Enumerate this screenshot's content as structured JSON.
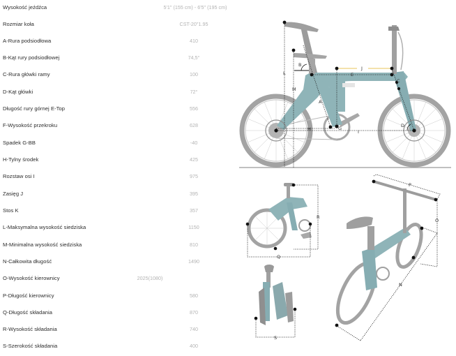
{
  "spec_table": {
    "rows": [
      {
        "label": "Wysokość jeźdźca",
        "value": "5'1\" (155 cm) - 6'5\" (195 cm)"
      },
      {
        "label": "Rozmiar koła",
        "value": "CST-20\"1.95"
      },
      {
        "label": "A-Rura podsiodłowa",
        "value": "410"
      },
      {
        "label": "B-Kąt rury podsiodłowej",
        "value": "74,5°"
      },
      {
        "label": "C-Rura główki ramy",
        "value": "100"
      },
      {
        "label": "D-Kąt główki",
        "value": "72°"
      },
      {
        "label": "Długość rury górnej E-Top",
        "value": "556"
      },
      {
        "label": "F-Wysokość przekroku",
        "value": "628"
      },
      {
        "label": "Spadek G-BB",
        "value": "-40"
      },
      {
        "label": "H-Tylny środek",
        "value": "425"
      },
      {
        "label": "Rozstaw osi I",
        "value": "975"
      },
      {
        "label": "Zasięg J",
        "value": "395"
      },
      {
        "label": "Stos K",
        "value": "357"
      },
      {
        "label": "L-Maksymalna wysokość siedziska",
        "value": "1150"
      },
      {
        "label": "M-Minimalna wysokość siedziska",
        "value": "810"
      },
      {
        "label": "N-Całkowita długość",
        "value": "1490"
      },
      {
        "label": "O-Wysokość kierownicy",
        "value": "2025(1080)"
      },
      {
        "label": "P-Długość kierownicy",
        "value": "580"
      },
      {
        "label": "Q-Długość składania",
        "value": "870"
      },
      {
        "label": "R-Wysokość składania",
        "value": "740"
      },
      {
        "label": "S-Szerokość składania",
        "value": "400"
      }
    ]
  },
  "diagram": {
    "side_view_labels": [
      "L",
      "M",
      "B",
      "J",
      "E",
      "C",
      "A",
      "F",
      "H",
      "G",
      "I",
      "D"
    ],
    "folded_side_labels": [
      "R",
      "Q"
    ],
    "folded_front_labels": [
      "S"
    ],
    "perspective_labels": [
      "P",
      "O",
      "N"
    ],
    "colors": {
      "frame": "#8fb4b8",
      "frame_dark": "#6f9a9f",
      "wheel": "#9a9a9a",
      "dimension_line": "#222222",
      "reach_arrow": "#e8c65a",
      "ground": "#9a9a9a"
    }
  }
}
